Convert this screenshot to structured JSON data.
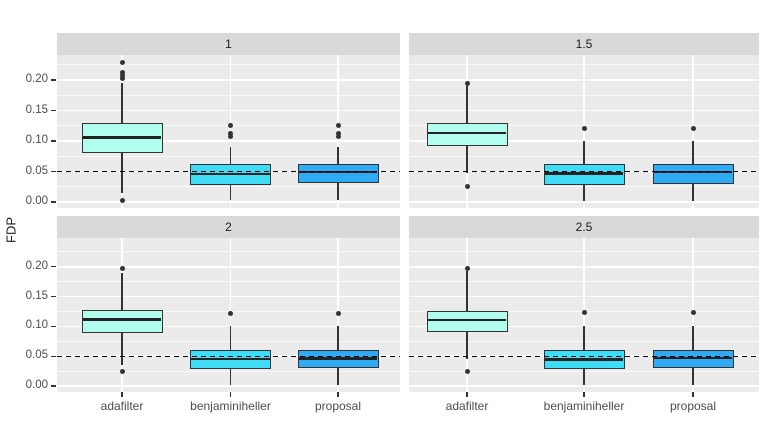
{
  "figure": {
    "background": "#FFFFFF",
    "panel_bg": "#EBEBEB",
    "strip_bg": "#D9D9D9",
    "grid_color": "#FFFFFF",
    "outline_color": "#333333",
    "tick_label_color": "#4D4D4D",
    "strip_label_color": "#1A1A1A",
    "axis_title_color": "#1A1A1A",
    "series_colors": {
      "adafilter": "#B2FEEE",
      "benjaminiheller": "#3FDDF5",
      "proposal": "#2FAAF5"
    }
  },
  "chart_data": {
    "type": "boxplot",
    "title": "",
    "ylabel": "FDP",
    "xlabel": "",
    "legend": "none",
    "grid": "on",
    "facet_labels": [
      "1",
      "1.5",
      "2",
      "2.5"
    ],
    "categories": [
      "adafilter",
      "benjaminiheller",
      "proposal"
    ],
    "y_ticks": [
      0,
      0.05,
      0.1,
      0.15,
      0.2
    ],
    "y_tick_labels": [
      "0.00",
      "0.05",
      "0.10",
      "0.15",
      "0.20"
    ],
    "y_minor_ticks": [
      0.025,
      0.075,
      0.125,
      0.175,
      0.225
    ],
    "ylim": [
      -0.01,
      0.245
    ],
    "reference_line": {
      "y": 0.05,
      "style": "dashed",
      "color": "#000000"
    },
    "facets": [
      {
        "label": "1",
        "boxes": [
          {
            "category": "adafilter",
            "whisker_low": 0.015,
            "q1": 0.08,
            "median": 0.106,
            "q3": 0.129,
            "whisker_high": 0.195,
            "outliers": [
              0.229,
              0.212,
              0.207,
              0.203,
              0.002
            ]
          },
          {
            "category": "benjaminiheller",
            "whisker_low": 0.003,
            "q1": 0.028,
            "median": 0.046,
            "q3": 0.062,
            "whisker_high": 0.09,
            "outliers": [
              0.125,
              0.113,
              0.108
            ]
          },
          {
            "category": "proposal",
            "whisker_low": 0.003,
            "q1": 0.031,
            "median": 0.049,
            "q3": 0.062,
            "whisker_high": 0.09,
            "outliers": [
              0.125,
              0.113,
              0.108
            ]
          }
        ]
      },
      {
        "label": "1.5",
        "boxes": [
          {
            "category": "adafilter",
            "whisker_low": 0.048,
            "q1": 0.092,
            "median": 0.113,
            "q3": 0.13,
            "whisker_high": 0.19,
            "outliers": [
              0.195,
              0.025
            ]
          },
          {
            "category": "benjaminiheller",
            "whisker_low": 0.002,
            "q1": 0.028,
            "median": 0.047,
            "q3": 0.062,
            "whisker_high": 0.1,
            "outliers": [
              0.121
            ]
          },
          {
            "category": "proposal",
            "whisker_low": 0.002,
            "q1": 0.03,
            "median": 0.049,
            "q3": 0.062,
            "whisker_high": 0.1,
            "outliers": [
              0.121
            ]
          }
        ]
      },
      {
        "label": "2",
        "boxes": [
          {
            "category": "adafilter",
            "whisker_low": 0.035,
            "q1": 0.089,
            "median": 0.112,
            "q3": 0.128,
            "whisker_high": 0.19,
            "outliers": [
              0.197,
              0.025
            ]
          },
          {
            "category": "benjaminiheller",
            "whisker_low": 0.001,
            "q1": 0.029,
            "median": 0.045,
            "q3": 0.06,
            "whisker_high": 0.1,
            "outliers": [
              0.122
            ]
          },
          {
            "category": "proposal",
            "whisker_low": 0.001,
            "q1": 0.03,
            "median": 0.046,
            "q3": 0.061,
            "whisker_high": 0.1,
            "outliers": [
              0.122
            ]
          }
        ]
      },
      {
        "label": "2.5",
        "boxes": [
          {
            "category": "adafilter",
            "whisker_low": 0.045,
            "q1": 0.091,
            "median": 0.111,
            "q3": 0.126,
            "whisker_high": 0.193,
            "outliers": [
              0.197,
              0.024
            ]
          },
          {
            "category": "benjaminiheller",
            "whisker_low": 0.001,
            "q1": 0.029,
            "median": 0.044,
            "q3": 0.06,
            "whisker_high": 0.1,
            "outliers": [
              0.123
            ]
          },
          {
            "category": "proposal",
            "whisker_low": 0.001,
            "q1": 0.03,
            "median": 0.047,
            "q3": 0.06,
            "whisker_high": 0.1,
            "outliers": [
              0.123
            ]
          }
        ]
      }
    ]
  }
}
